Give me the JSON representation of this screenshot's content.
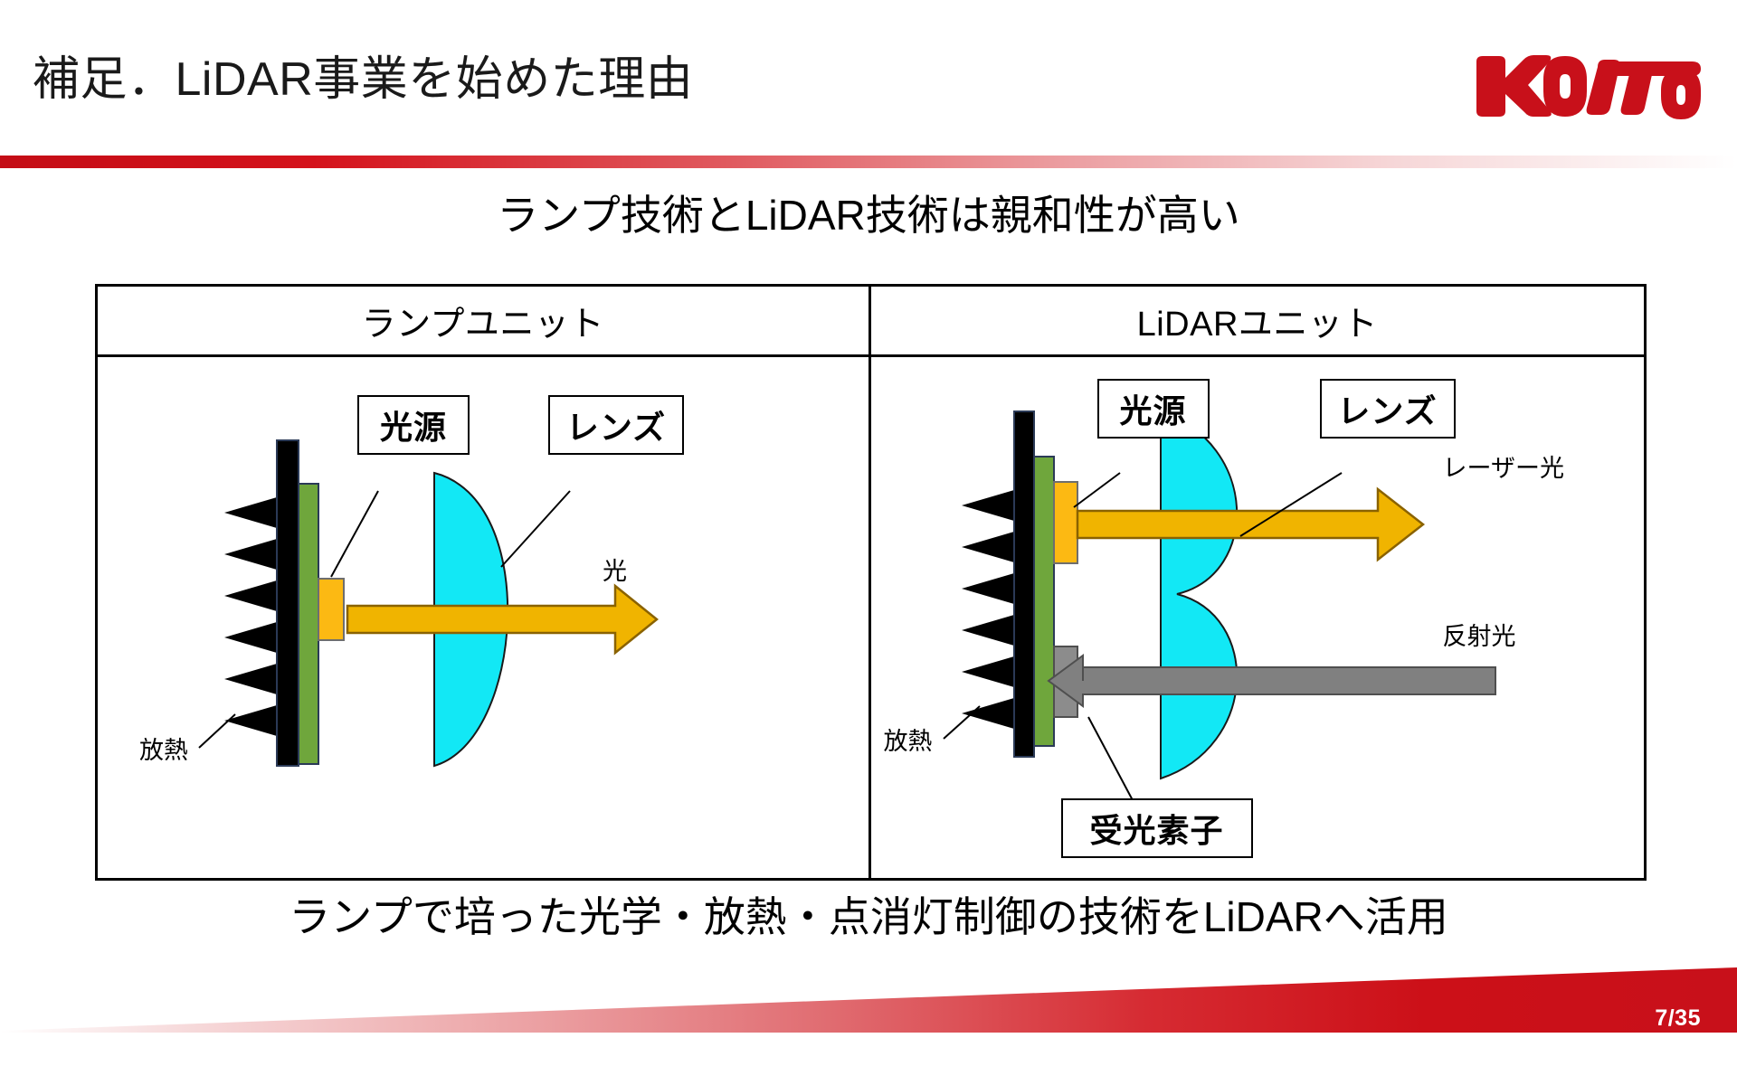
{
  "slide": {
    "title": "補足．LiDAR事業を始めた理由",
    "lead_statement": "ランプ技術とLiDAR技術は親和性が高い",
    "closing_statement": "ランプで培った光学・放熱・点消灯制御の技術をLiDARへ活用",
    "page_number": "7/35",
    "brand": "KOITO"
  },
  "colors": {
    "brand_red": "#c8101a",
    "accent_rule_red": "#d4121b",
    "lens_cyan": "#12e8f5",
    "pcb_green": "#6fa63c",
    "emitter_orange": "#fcb913",
    "beam_yellow": "#f0b400",
    "receiver_gray": "#8c8c8c",
    "return_beam_gray": "#808080",
    "heatsink_black": "#000000",
    "border_black": "#000000",
    "text_black": "#000000",
    "page_number_text": "#ffffff"
  },
  "comparison": {
    "columns": [
      {
        "id": "lamp-unit",
        "header": "ランプユニット",
        "callouts": [
          {
            "id": "light-source",
            "label": "光源"
          },
          {
            "id": "lens",
            "label": "レンズ"
          }
        ],
        "labels": [
          {
            "id": "heat-dissipation",
            "label": "放熱"
          },
          {
            "id": "emitted-light",
            "label": "光"
          }
        ],
        "beams": [
          {
            "id": "outgoing-light",
            "label": "光",
            "direction": "right",
            "color": "#f0b400"
          }
        ]
      },
      {
        "id": "lidar-unit",
        "header": "LiDARユニット",
        "callouts": [
          {
            "id": "light-source",
            "label": "光源"
          },
          {
            "id": "lens",
            "label": "レンズ"
          },
          {
            "id": "photodetector",
            "label": "受光素子"
          }
        ],
        "labels": [
          {
            "id": "heat-dissipation",
            "label": "放熱"
          },
          {
            "id": "laser-light",
            "label": "レーザー光"
          },
          {
            "id": "reflected-light",
            "label": "反射光"
          }
        ],
        "beams": [
          {
            "id": "laser-emission",
            "label": "レーザー光",
            "direction": "right",
            "color": "#f0b400"
          },
          {
            "id": "reflected-return",
            "label": "反射光",
            "direction": "left",
            "color": "#808080"
          }
        ]
      }
    ]
  }
}
